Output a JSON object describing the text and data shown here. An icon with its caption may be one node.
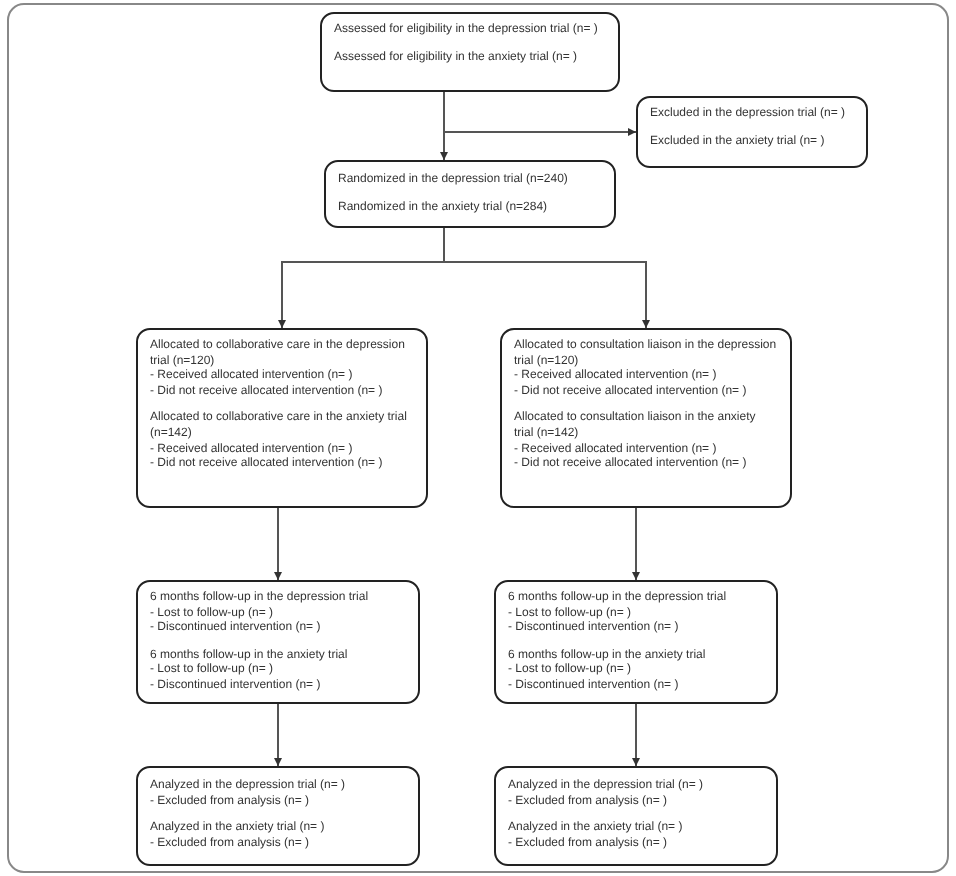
{
  "diagram": {
    "nodes": [
      {
        "text": [
          "Assessed for eligibility in the depression trial (n= )",
          "Assessed for eligibility in the anxiety trial (n= )"
        ]
      },
      {
        "text": [
          "Excluded in the depression trial (n= )",
          "Excluded in the anxiety trial (n= )"
        ]
      },
      {
        "text": [
          "Randomized in the depression trial (n=240)",
          "Randomized in the anxiety trial (n=284)"
        ]
      },
      {
        "text": [
          "Allocated to collaborative care in the depression trial (n=120)",
          "- Received allocated intervention (n= )",
          "- Did not receive allocated intervention (n= )",
          "Allocated to collaborative care in the anxiety trial (n=142)",
          "- Received allocated intervention (n= )",
          "- Did not receive allocated intervention (n= )"
        ]
      },
      {
        "text": [
          "Allocated to consultation liaison in the depression trial (n=120)",
          "- Received allocated intervention (n= )",
          "- Did not receive allocated intervention (n= )",
          "Allocated to consultation liaison in the anxiety trial (n=142)",
          "- Received allocated intervention (n= )",
          "- Did not receive allocated intervention (n= )"
        ]
      },
      {
        "text": [
          "6 months follow-up in the depression trial",
          "- Lost to follow-up (n= )",
          "- Discontinued intervention (n= )",
          "6 months follow-up in the anxiety trial",
          "- Lost to follow-up (n= )",
          "- Discontinued intervention (n= )"
        ]
      },
      {
        "text": [
          "6 months follow-up in the depression trial",
          "- Lost to follow-up (n= )",
          "- Discontinued intervention (n= )",
          "6 months follow-up in the anxiety trial",
          "- Lost to follow-up (n= )",
          "- Discontinued intervention (n= )"
        ]
      },
      {
        "text": [
          "Analyzed in the depression trial (n= )",
          "- Excluded from analysis (n= )",
          "Analyzed in the anxiety trial (n= )",
          "- Excluded from analysis (n= )"
        ]
      },
      {
        "text": [
          "Analyzed in the depression trial (n= )",
          "- Excluded from analysis (n= )",
          "Analyzed in the anxiety trial (n= )",
          "- Excluded from analysis (n= )"
        ]
      }
    ],
    "edges": [
      {
        "from": 0,
        "to": 1,
        "arrow": "to"
      },
      {
        "from": 0,
        "to": 2,
        "arrow": "to"
      },
      {
        "from": 2,
        "to": 3,
        "arrow": "to"
      },
      {
        "from": 2,
        "to": 4,
        "arrow": "to"
      },
      {
        "from": 3,
        "to": 5,
        "arrow": "to"
      },
      {
        "from": 4,
        "to": 6,
        "arrow": "to"
      },
      {
        "from": 5,
        "to": 7,
        "arrow": "to"
      },
      {
        "from": 6,
        "to": 8,
        "arrow": "to"
      }
    ]
  }
}
